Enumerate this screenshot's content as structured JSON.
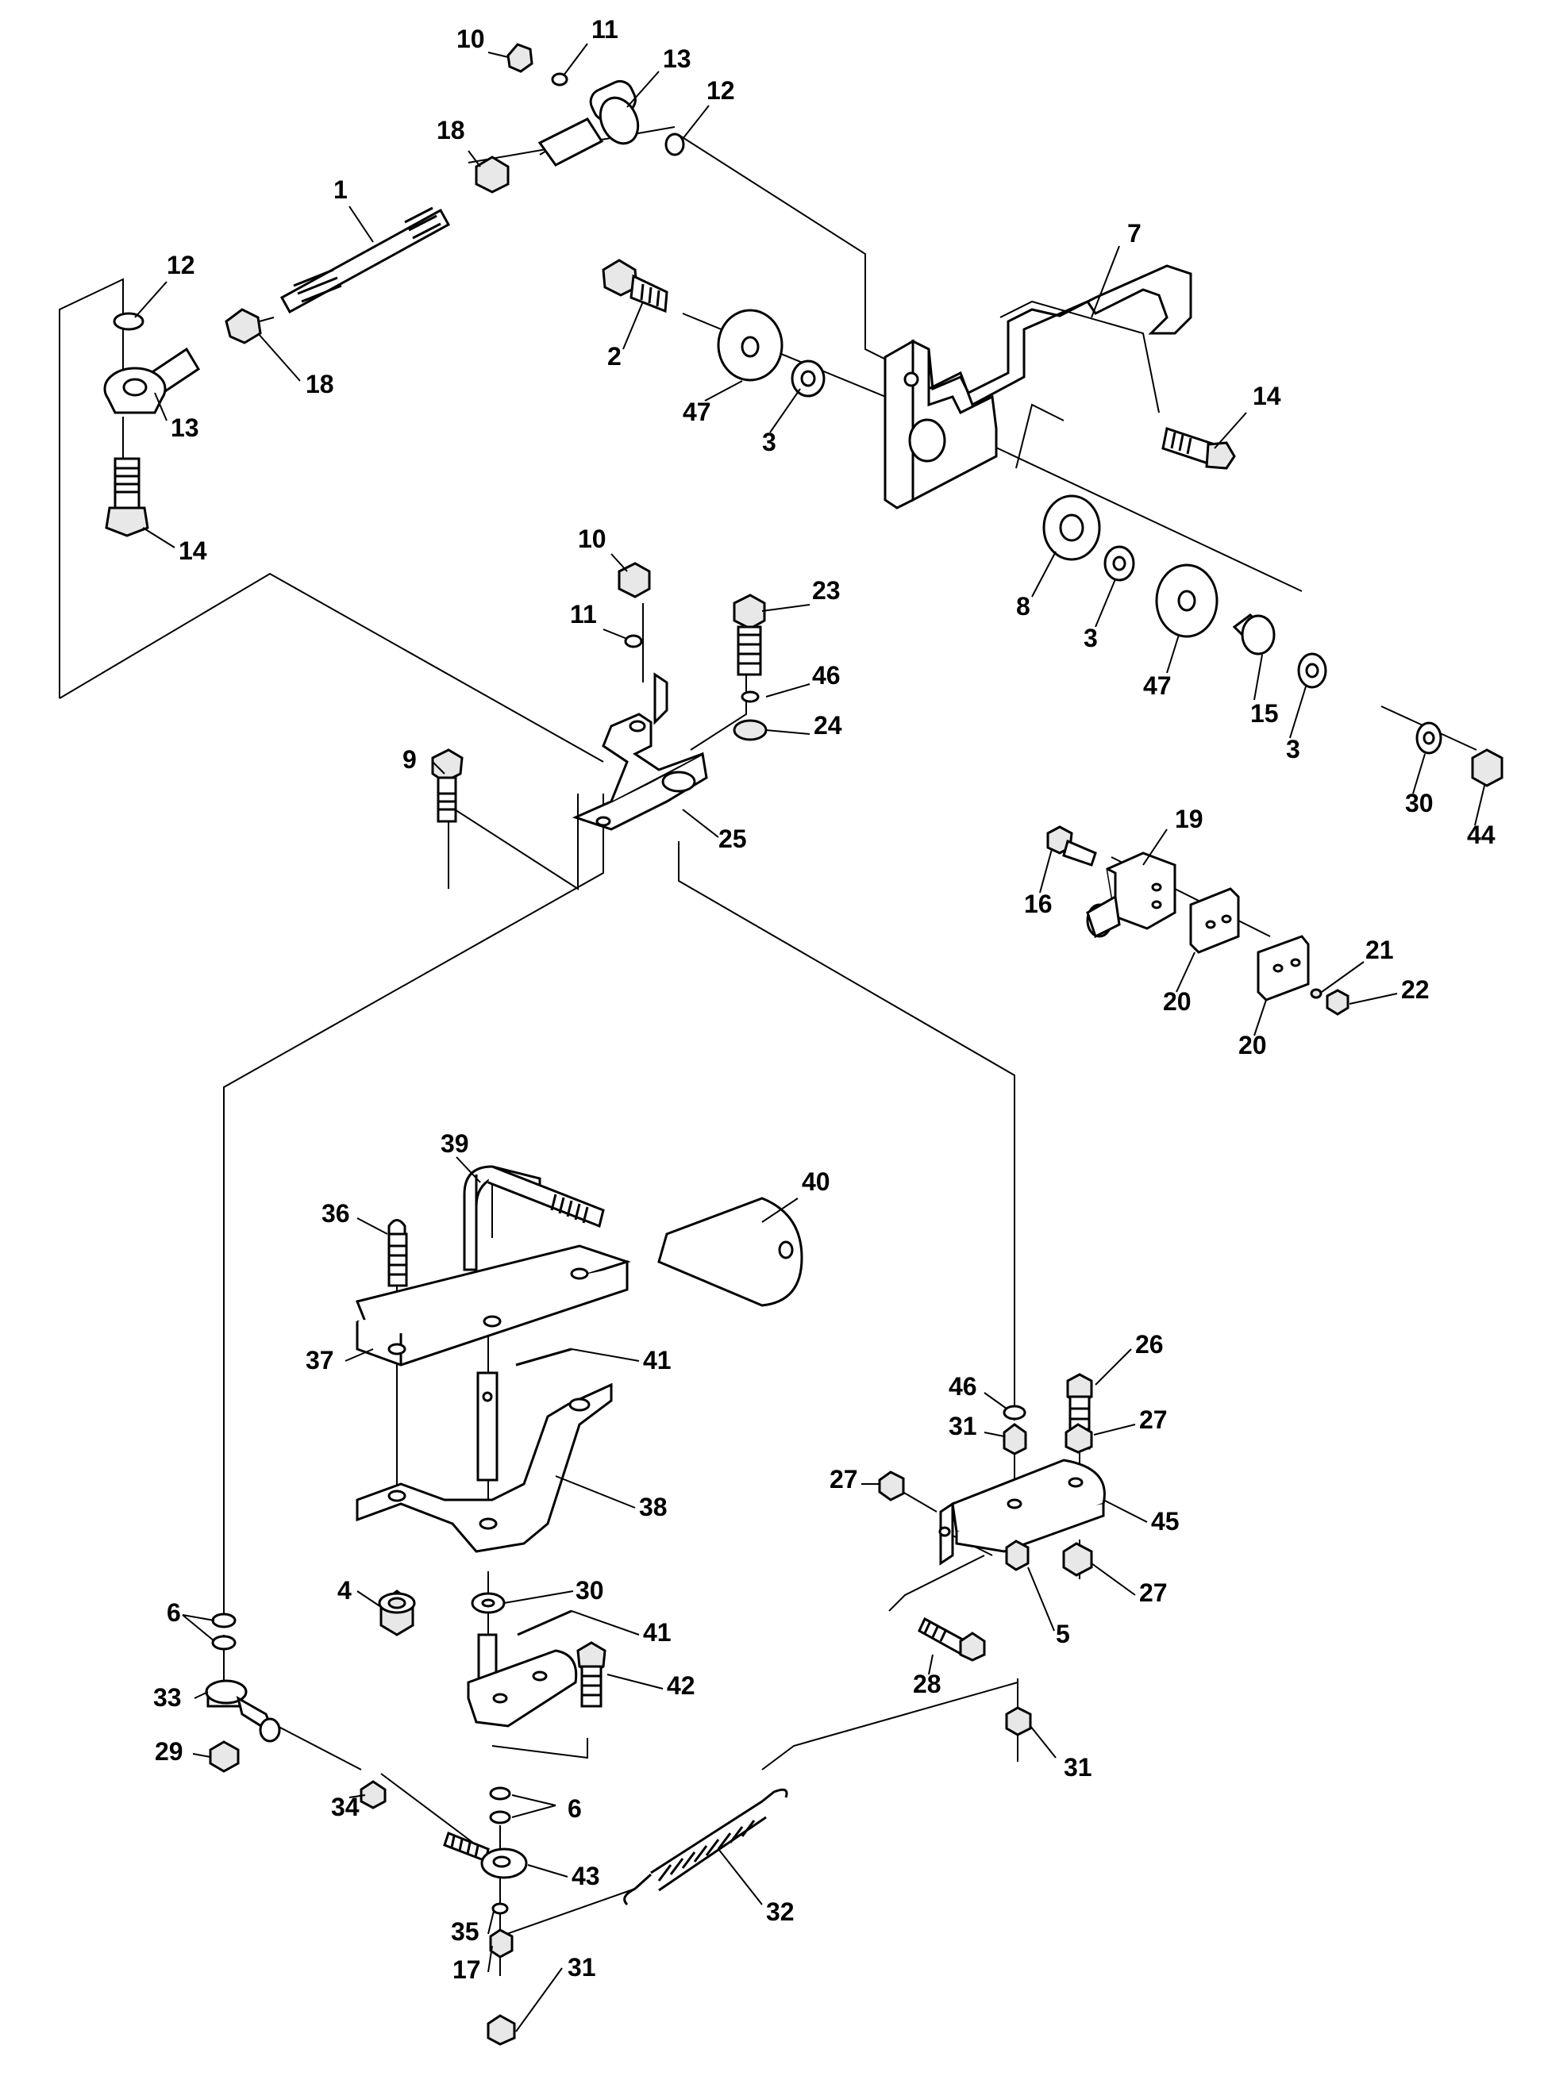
{
  "diagram": {
    "callouts": [
      {
        "id": "c10a",
        "text": "10"
      },
      {
        "id": "c11a",
        "text": "11"
      },
      {
        "id": "c13a",
        "text": "13"
      },
      {
        "id": "c12a",
        "text": "12"
      },
      {
        "id": "c18a",
        "text": "18"
      },
      {
        "id": "c1",
        "text": "1"
      },
      {
        "id": "c7",
        "text": "7"
      },
      {
        "id": "c12b",
        "text": "12"
      },
      {
        "id": "c2",
        "text": "2"
      },
      {
        "id": "c18b",
        "text": "18"
      },
      {
        "id": "c47a",
        "text": "47"
      },
      {
        "id": "c3a",
        "text": "3"
      },
      {
        "id": "c14a",
        "text": "14"
      },
      {
        "id": "c13b",
        "text": "13"
      },
      {
        "id": "c14b",
        "text": "14"
      },
      {
        "id": "c10b",
        "text": "10"
      },
      {
        "id": "c23",
        "text": "23"
      },
      {
        "id": "c8",
        "text": "8"
      },
      {
        "id": "c11b",
        "text": "11"
      },
      {
        "id": "c3b",
        "text": "3"
      },
      {
        "id": "c47b",
        "text": "47"
      },
      {
        "id": "c46a",
        "text": "46"
      },
      {
        "id": "c15",
        "text": "15"
      },
      {
        "id": "c3c",
        "text": "3"
      },
      {
        "id": "c24",
        "text": "24"
      },
      {
        "id": "c9",
        "text": "9"
      },
      {
        "id": "c30a",
        "text": "30"
      },
      {
        "id": "c44",
        "text": "44"
      },
      {
        "id": "c25",
        "text": "25"
      },
      {
        "id": "c19",
        "text": "19"
      },
      {
        "id": "c16",
        "text": "16"
      },
      {
        "id": "c21",
        "text": "21"
      },
      {
        "id": "c22",
        "text": "22"
      },
      {
        "id": "c20a",
        "text": "20"
      },
      {
        "id": "c20b",
        "text": "20"
      },
      {
        "id": "c39",
        "text": "39"
      },
      {
        "id": "c40",
        "text": "40"
      },
      {
        "id": "c36",
        "text": "36"
      },
      {
        "id": "c26",
        "text": "26"
      },
      {
        "id": "c37",
        "text": "37"
      },
      {
        "id": "c41a",
        "text": "41"
      },
      {
        "id": "c46b",
        "text": "46"
      },
      {
        "id": "c31a",
        "text": "31"
      },
      {
        "id": "c27a",
        "text": "27"
      },
      {
        "id": "c27b",
        "text": "27"
      },
      {
        "id": "c38",
        "text": "38"
      },
      {
        "id": "c45",
        "text": "45"
      },
      {
        "id": "c4",
        "text": "4"
      },
      {
        "id": "c30b",
        "text": "30"
      },
      {
        "id": "c27c",
        "text": "27"
      },
      {
        "id": "c5",
        "text": "5"
      },
      {
        "id": "c6a",
        "text": "6"
      },
      {
        "id": "c41b",
        "text": "41"
      },
      {
        "id": "c28",
        "text": "28"
      },
      {
        "id": "c42",
        "text": "42"
      },
      {
        "id": "c33",
        "text": "33"
      },
      {
        "id": "c29",
        "text": "29"
      },
      {
        "id": "c31b",
        "text": "31"
      },
      {
        "id": "c6b",
        "text": "6"
      },
      {
        "id": "c34",
        "text": "34"
      },
      {
        "id": "c43",
        "text": "43"
      },
      {
        "id": "c32",
        "text": "32"
      },
      {
        "id": "c35",
        "text": "35"
      },
      {
        "id": "c17",
        "text": "17"
      },
      {
        "id": "c31c",
        "text": "31"
      }
    ]
  }
}
